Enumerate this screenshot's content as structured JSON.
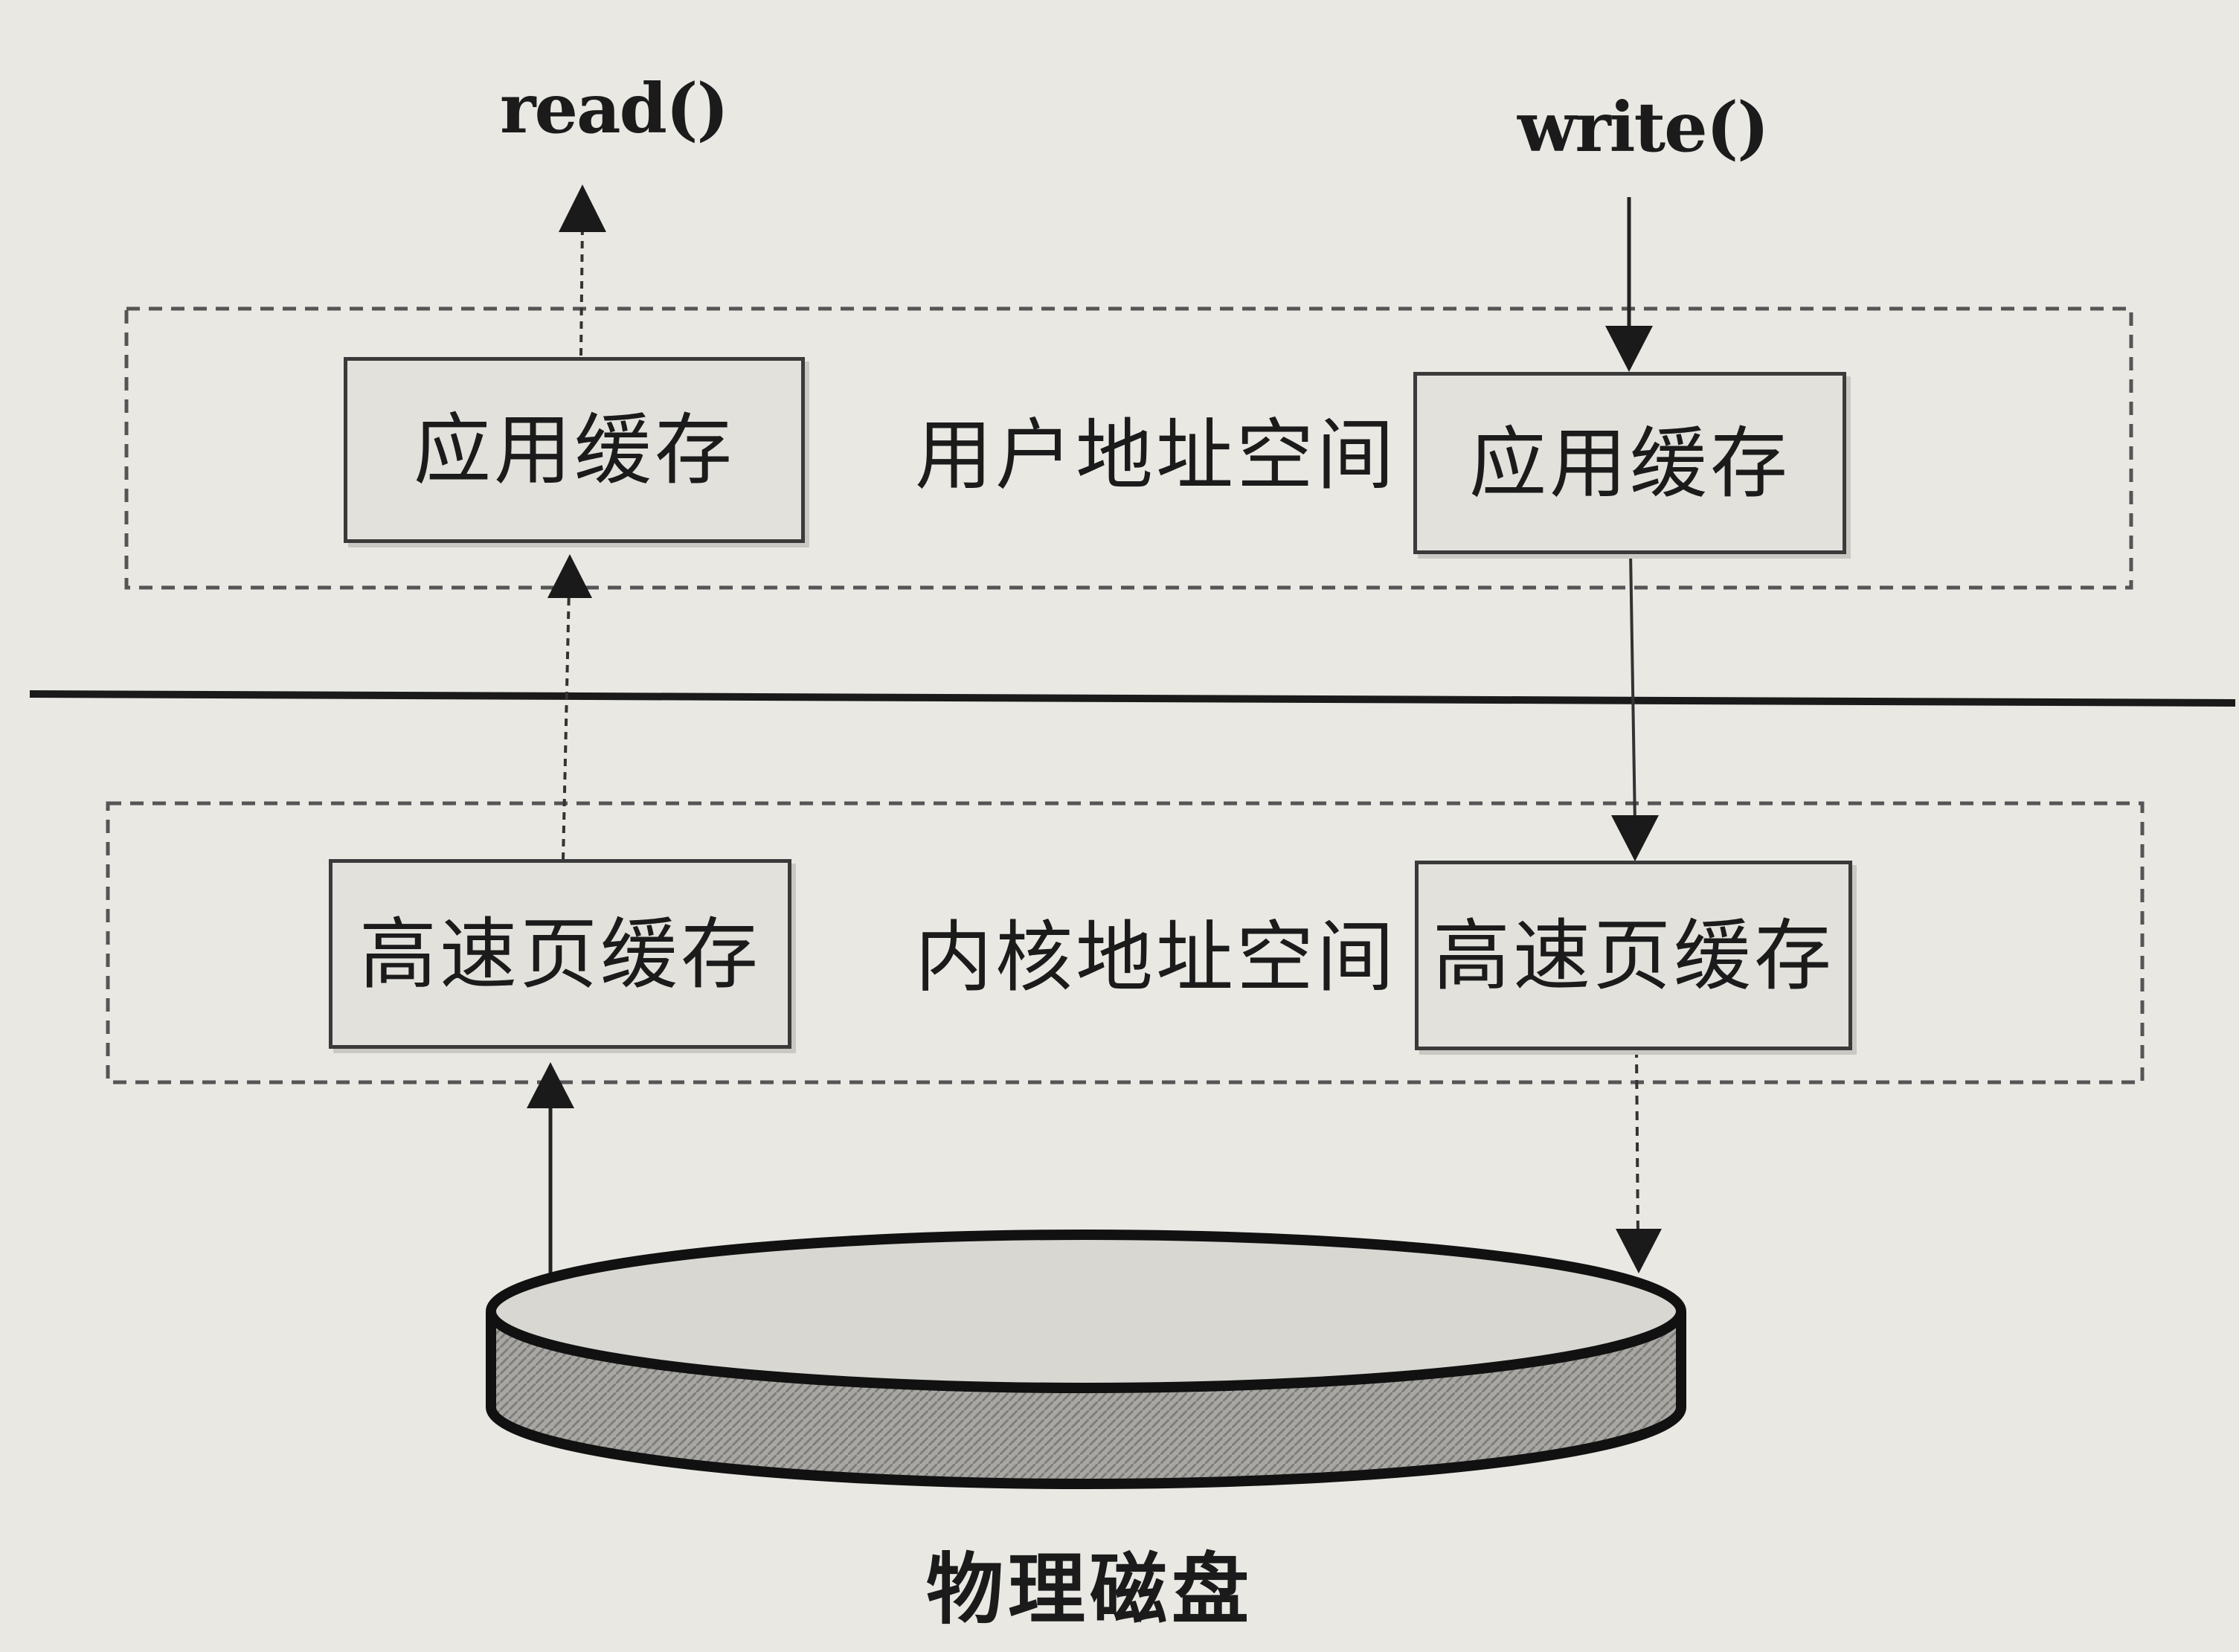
{
  "functions": {
    "read": "read()",
    "write": "write()"
  },
  "user_space": {
    "label": "用户地址空间",
    "left_box": "应用缓存",
    "right_box": "应用缓存"
  },
  "kernel_space": {
    "label": "内核地址空间",
    "left_box": "高速页缓存",
    "right_box": "高速页缓存"
  },
  "disk": {
    "label": "物理磁盘"
  },
  "colors": {
    "background": "#e9e8e3",
    "ink": "#1b1b1b",
    "box_fill": "#e2e1dc",
    "disk_side": "#9d9c98"
  }
}
